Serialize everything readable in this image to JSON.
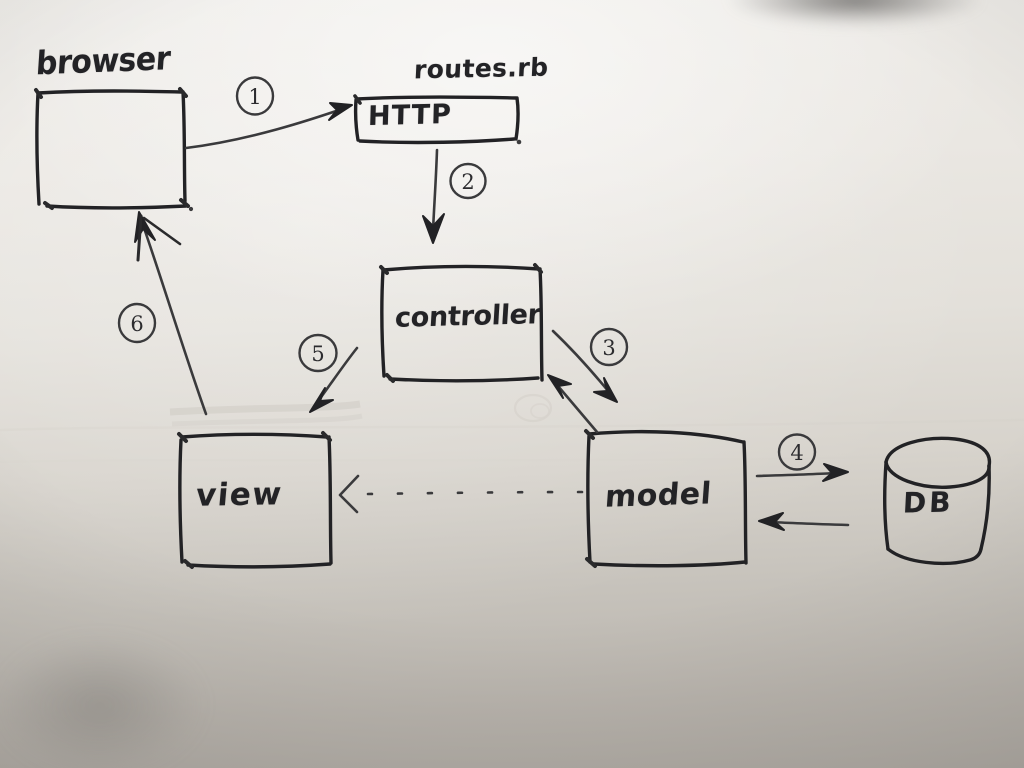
{
  "scene": {
    "kind": "hand-drawn-diagram",
    "medium": "black marker on white paper, photographed",
    "title_topic": "Rails MVC request cycle",
    "ink_color": "#232326",
    "paper_color": "#e9e6e1"
  },
  "nodes": [
    {
      "id": "browser",
      "label": "browser",
      "shape": "rectangle",
      "label_position": "above-box"
    },
    {
      "id": "routes",
      "label": "routes.rb",
      "shape": "label",
      "label_position": "above-box"
    },
    {
      "id": "http",
      "label": "HTTP",
      "shape": "rectangle",
      "label_position": "inside"
    },
    {
      "id": "controller",
      "label": "controller",
      "shape": "rectangle",
      "label_position": "inside"
    },
    {
      "id": "view",
      "label": "view",
      "shape": "rectangle",
      "label_position": "inside"
    },
    {
      "id": "model",
      "label": "model",
      "shape": "rectangle",
      "label_position": "inside"
    },
    {
      "id": "db",
      "label": "DB",
      "shape": "cylinder",
      "label_position": "inside"
    }
  ],
  "edges": [
    {
      "step": "1",
      "marker": "①",
      "from": "browser",
      "to": "http",
      "style": "solid",
      "arrow": "single"
    },
    {
      "step": "2",
      "marker": "②",
      "from": "http",
      "to": "controller",
      "style": "solid",
      "arrow": "single"
    },
    {
      "step": "3",
      "marker": "③",
      "from": "controller",
      "to": "model",
      "style": "solid",
      "arrow": "double"
    },
    {
      "step": "4",
      "marker": "④",
      "from": "model",
      "to": "db",
      "style": "solid",
      "arrow": "double"
    },
    {
      "step": "5",
      "marker": "⑤",
      "from": "controller",
      "to": "view",
      "style": "solid",
      "arrow": "single"
    },
    {
      "step": "6",
      "marker": "⑥",
      "from": "view",
      "to": "browser",
      "style": "solid",
      "arrow": "single"
    },
    {
      "step": "",
      "marker": "",
      "from": "model",
      "to": "view",
      "style": "dashed",
      "arrow": "single"
    }
  ],
  "step_markers": [
    {
      "id": "m1",
      "text": "1"
    },
    {
      "id": "m2",
      "text": "2"
    },
    {
      "id": "m3",
      "text": "3"
    },
    {
      "id": "m4",
      "text": "4"
    },
    {
      "id": "m5",
      "text": "5"
    },
    {
      "id": "m6",
      "text": "6"
    }
  ],
  "labels": {
    "browser": "browser",
    "routes": "routes.rb",
    "http": "HTTP",
    "controller": "controller",
    "view": "view",
    "model": "model",
    "db": "DB"
  }
}
